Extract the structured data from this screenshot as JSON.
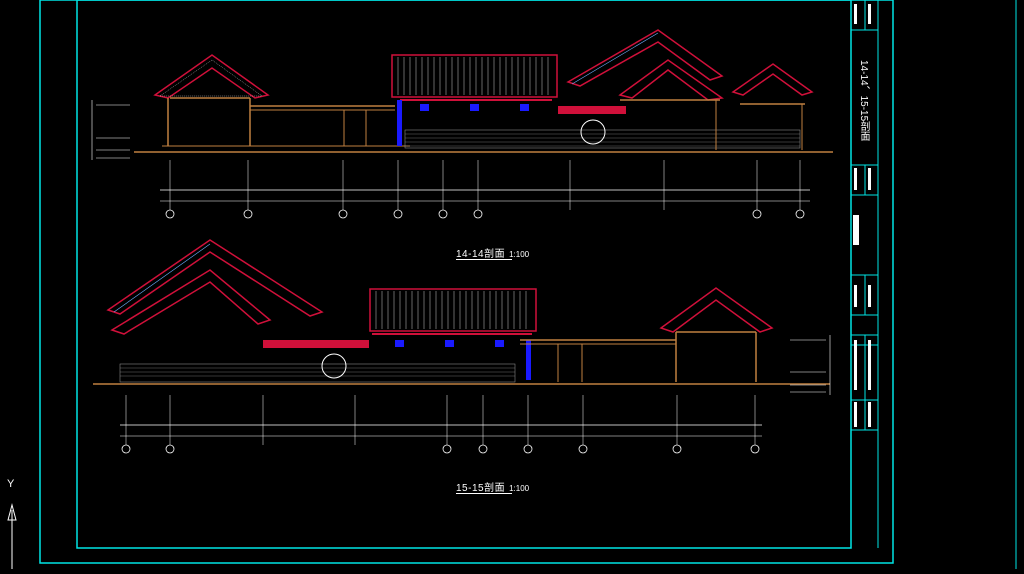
{
  "drawing": {
    "section_14": {
      "title": "14-14剖面",
      "scale": "1:100"
    },
    "section_15": {
      "title": "15-15剖面",
      "scale": "1:100"
    },
    "title_block": {
      "sheet_title": "14-14、15-15剖面"
    },
    "ucs": {
      "y_axis": "Y"
    }
  },
  "colors": {
    "frame": "#00e5e5",
    "roof_red": "#d0103a",
    "roof_tile": "#c8c8c8",
    "wall_line": "#c08040",
    "dimension": "#ffffff",
    "window_blue": "#1a1aff",
    "text_yellow": "#e0e060"
  }
}
